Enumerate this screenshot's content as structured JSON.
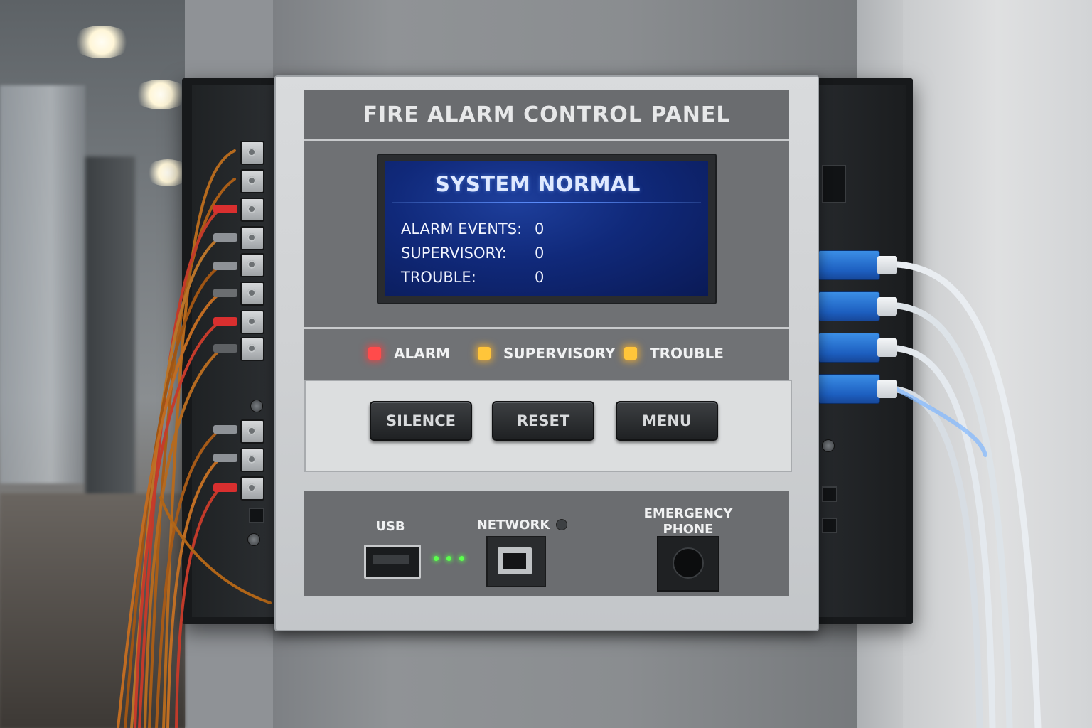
{
  "panel": {
    "title": "FIRE ALARM CONTROL PANEL",
    "display": {
      "status": "SYSTEM NORMAL",
      "rows": [
        {
          "label": "ALARM EVENTS:",
          "value": "0"
        },
        {
          "label": "SUPERVISORY:",
          "value": "0"
        },
        {
          "label": "TROUBLE:",
          "value": "0"
        }
      ]
    },
    "indicators": [
      {
        "label": "ALARM",
        "color": "#ff4b4b"
      },
      {
        "label": "SUPERVISORY",
        "color": "#ffc53a"
      },
      {
        "label": "TROUBLE",
        "color": "#ffc53a"
      }
    ],
    "buttons": {
      "silence": "SILENCE",
      "reset": "RESET",
      "menu": "MENU"
    },
    "ports": {
      "usb": "USB",
      "network": "NETWORK",
      "emergency_phone": "EMERGENCY\nPHONE"
    }
  },
  "colors": {
    "lcd_background": "#10297a",
    "led_alarm": "#ff4b4b",
    "led_warning": "#ffc53a",
    "network_link": "#5cff4e",
    "data_cable": "#1d5fc0"
  }
}
